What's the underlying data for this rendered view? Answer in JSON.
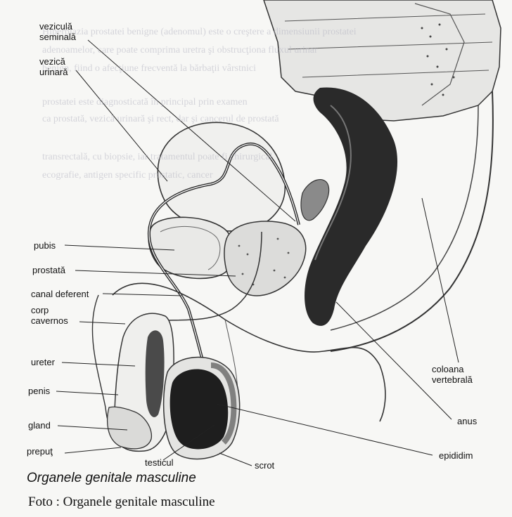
{
  "labels": {
    "vezicula_seminala": "veziculă\nseminală",
    "vezica_urinara": "vezică\nurinară",
    "pubis": "pubis",
    "prostata": "prostată",
    "canal_deferent": "canal deferent",
    "corp_cavernos": "corp\ncavernos",
    "ureter": "ureter",
    "penis": "penis",
    "gland": "gland",
    "prepet": "prepuţ",
    "testicul": "testicul",
    "scrot": "scrot",
    "coloana_vertebrala": "coloana\nvertebrală",
    "anus": "anus",
    "epididim": "epididim"
  },
  "caption": {
    "title": "Organele genitale masculine",
    "foto": "Foto : Organele genitale masculine"
  },
  "bleed_text": [
    "Hiperplazia prostatei benigne (adenomul) este o creştere a dimensiunii prostatei",
    "adenoamelor, care poate comprima uretra şi obstrucţiona fluxul urinar",
    "benign, fiind o afecţiune frecventă la bărbaţii vârstnici",
    "prostatei este diagnosticată în principal prin examen",
    "ca prostată, vezică urinară şi rect, dar şi cancerul de prostată",
    "transrectală, cu biopsie, iar tratamentul poate fi chirurgical",
    "ecografie, antigen specific prostatic, cancer"
  ]
}
